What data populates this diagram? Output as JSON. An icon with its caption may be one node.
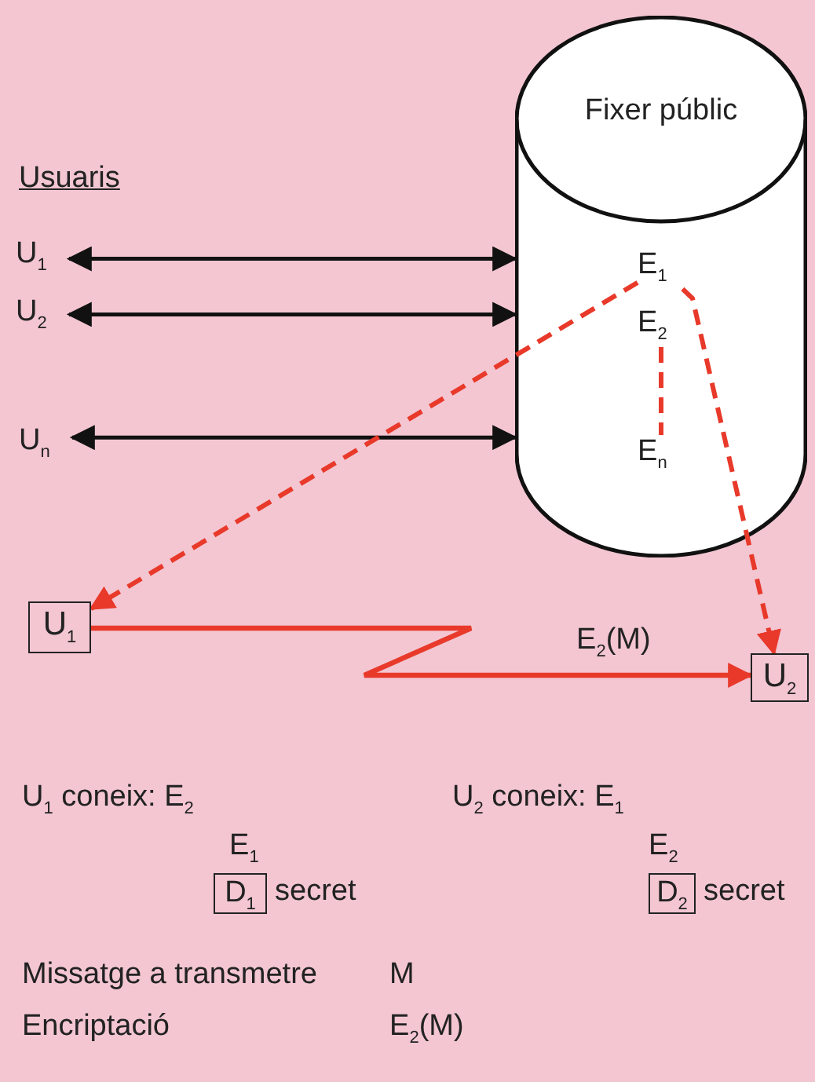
{
  "diagram": {
    "nodes": [
      {
        "text": [
          "Fixer públic"
        ]
      },
      {
        "text": [
          "U$_{1}$"
        ]
      },
      {
        "text": [
          "U$_{2}$"
        ]
      },
      {
        "text": [
          "U$_{n}$"
        ]
      },
      {
        "text": [
          "E$_{1}$"
        ],
        "in": 0
      },
      {
        "text": [
          "E$_{2}$"
        ],
        "in": 0
      },
      {
        "text": [
          "E$_{n}$"
        ],
        "in": 0
      },
      {
        "text": [
          "U$_{1}$"
        ]
      },
      {
        "text": [
          "U$_{2}$"
        ]
      },
      {
        "text": [
          "D$_{1}$"
        ],
        "beside": [
          "secret"
        ]
      },
      {
        "text": [
          "D$_{2}$"
        ],
        "beside": [
          "secret"
        ]
      }
    ],
    "edges": [
      {
        "from": 1,
        "to": 0,
        "arrow": "both",
        "color": "#111111"
      },
      {
        "from": 2,
        "to": 0,
        "arrow": "both",
        "color": "#111111"
      },
      {
        "from": 3,
        "to": 0,
        "arrow": "both",
        "color": "#111111"
      },
      {
        "from": 4,
        "to": 7,
        "arrow": "to",
        "style": "dashed"
      },
      {
        "from": 5,
        "to": 6,
        "arrow": "none",
        "style": "dashed"
      },
      {
        "from": 4,
        "to": 8,
        "arrow": "to",
        "style": "dashed"
      },
      {
        "from": 7,
        "to": 8,
        "arrow": "to",
        "label": "E$_{2}$(M)"
      }
    ],
    "labels": [
      "Usuaris",
      "U$_{1}$ coneix: E$_{2}$",
      "U$_{2}$ coneix: E$_{1}$",
      "E$_{1}$",
      "E$_{2}$",
      "Missatge a transmetre",
      "M",
      "Encriptació",
      "E$_{2}$(M)"
    ]
  }
}
